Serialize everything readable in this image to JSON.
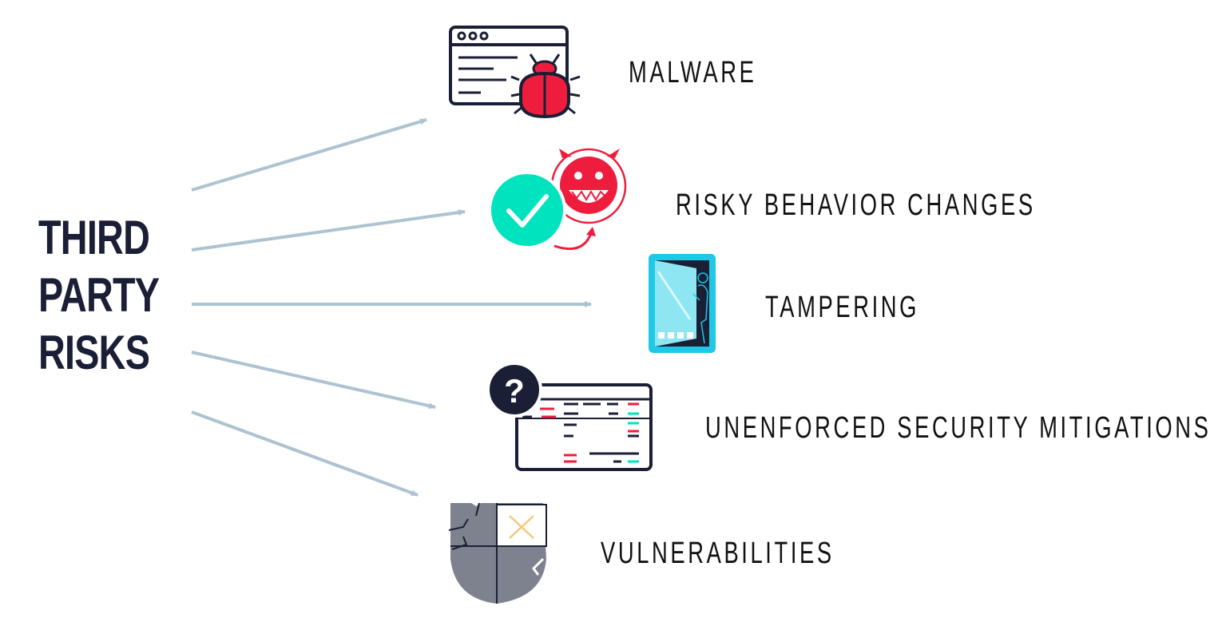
{
  "title": {
    "line1": "THIRD",
    "line2": "PARTY",
    "line3": "RISKS"
  },
  "risks": [
    {
      "label": "MALWARE",
      "icon": "malware-bug-icon"
    },
    {
      "label": "RISKY BEHAVIOR CHANGES",
      "icon": "risky-behavior-devil-icon"
    },
    {
      "label": "TAMPERING",
      "icon": "tampering-phone-icon"
    },
    {
      "label": "UNENFORCED SECURITY MITIGATIONS",
      "icon": "unenforced-mitigations-icon"
    },
    {
      "label": "VULNERABILITIES",
      "icon": "vulnerabilities-shield-icon"
    }
  ],
  "colors": {
    "title": "#1a1f36",
    "arrow": "#adc3d1",
    "red": "#ee1d3d",
    "teal": "#00e3bf",
    "navy": "#1a1f36",
    "phone": "#1ec8e6",
    "shield": "#7e828f",
    "x_mark": "#f6c87a"
  },
  "chart_data": {
    "type": "diagram",
    "source": "THIRD PARTY RISKS",
    "targets": [
      "MALWARE",
      "RISKY BEHAVIOR CHANGES",
      "TAMPERING",
      "UNENFORCED SECURITY MITIGATIONS",
      "VULNERABILITIES"
    ]
  }
}
